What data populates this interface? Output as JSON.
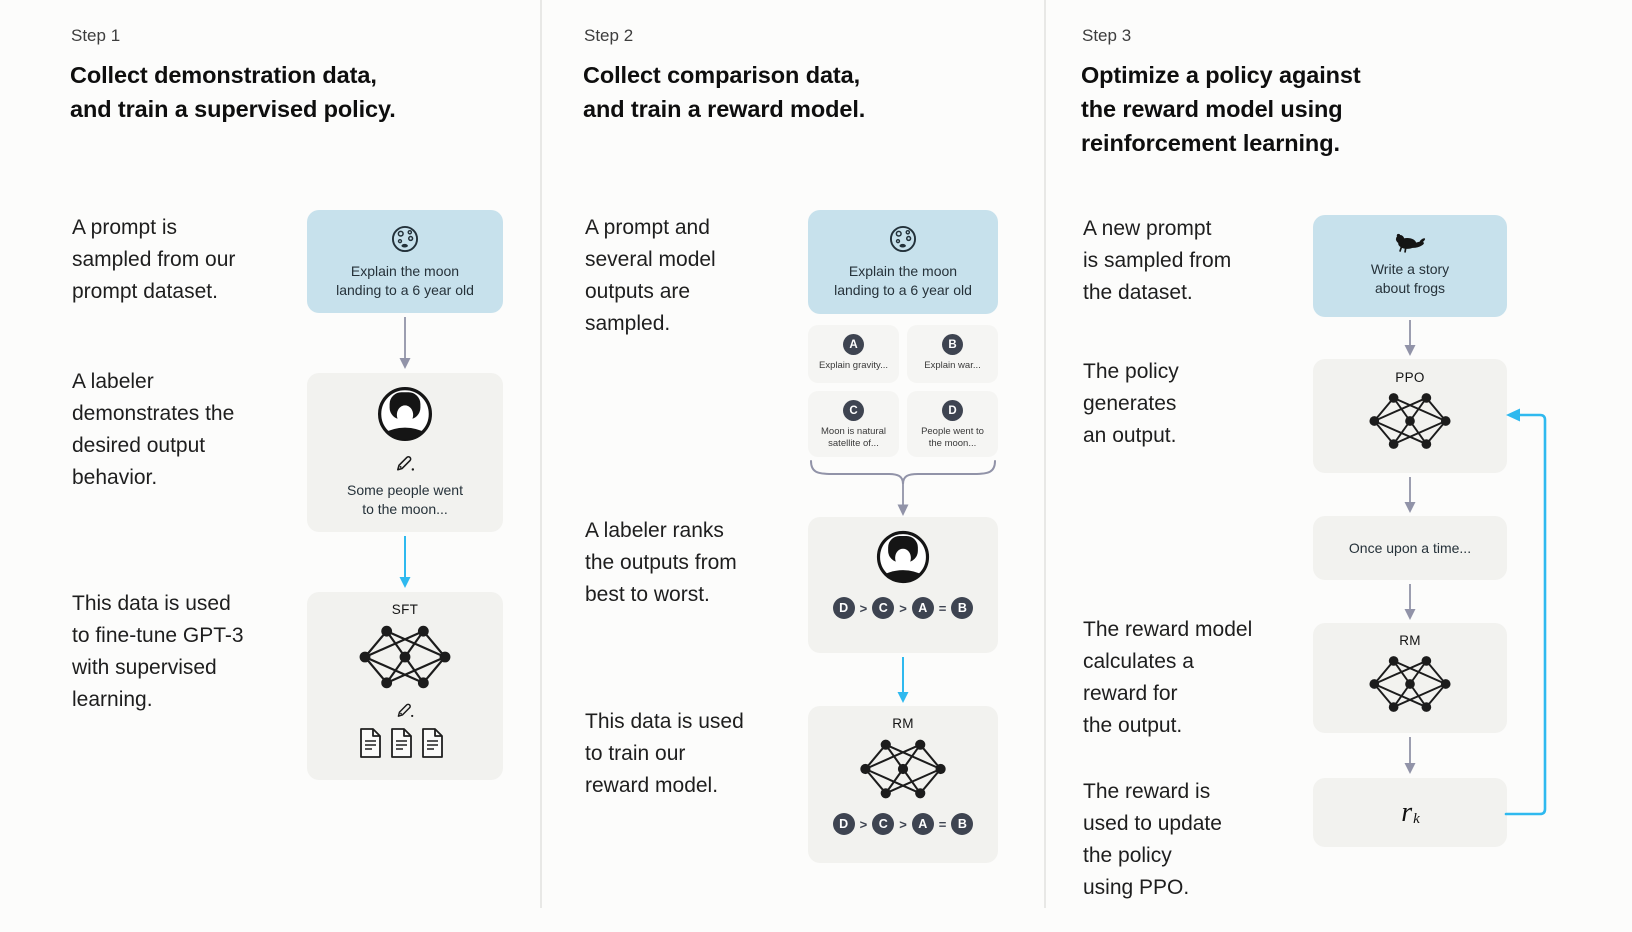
{
  "colors": {
    "prompt-bg": "#c7e1ec",
    "panel-bg": "#f2f2ef",
    "badge-bg": "#3e4451",
    "gray-arrow": "#9193a8",
    "blue-arrow": "#2fb9ef"
  },
  "step1": {
    "label": "Step 1",
    "title": "Collect demonstration data,\nand train a supervised policy.",
    "text_prompt": "A prompt is\nsampled from our\nprompt dataset.",
    "text_labeler": "A labeler\ndemonstrates the\ndesired output\nbehavior.",
    "text_data": "This data is used\nto fine-tune GPT-3\nwith supervised\nlearning.",
    "prompt_box_text": "Explain the moon\nlanding to a 6 year old",
    "labeler_box_text": "Some people went\nto the moon...",
    "model_label": "SFT"
  },
  "step2": {
    "label": "Step 2",
    "title": "Collect comparison data,\nand train a reward model.",
    "text_prompt": "A prompt and\nseveral model\noutputs are\nsampled.",
    "text_labeler": "A labeler ranks\nthe outputs from\nbest to worst.",
    "text_data": "This data is used\nto train our\nreward model.",
    "prompt_box_text": "Explain the moon\nlanding to a 6 year old",
    "outputs": [
      {
        "badge": "A",
        "text": "Explain gravity..."
      },
      {
        "badge": "B",
        "text": "Explain war..."
      },
      {
        "badge": "C",
        "text": "Moon is natural\nsatellite of..."
      },
      {
        "badge": "D",
        "text": "People went to\nthe moon..."
      }
    ],
    "ranking": [
      "D",
      ">",
      "C",
      ">",
      "A",
      "=",
      "B"
    ],
    "model_label": "RM"
  },
  "step3": {
    "label": "Step 3",
    "title": "Optimize a policy against\nthe reward model using\nreinforcement learning.",
    "text_prompt": "A new prompt\nis sampled from\nthe dataset.",
    "text_policy": "The policy\ngenerates\nan output.",
    "text_reward": "The reward model\ncalculates a\nreward for\nthe output.",
    "text_update": "The reward is\nused to update\nthe policy\nusing PPO.",
    "prompt_box_text": "Write a story\nabout frogs",
    "policy_label": "PPO",
    "output_box_text": "Once upon a time...",
    "model_label": "RM",
    "reward_symbol": {
      "base": "r",
      "sub": "k"
    }
  }
}
